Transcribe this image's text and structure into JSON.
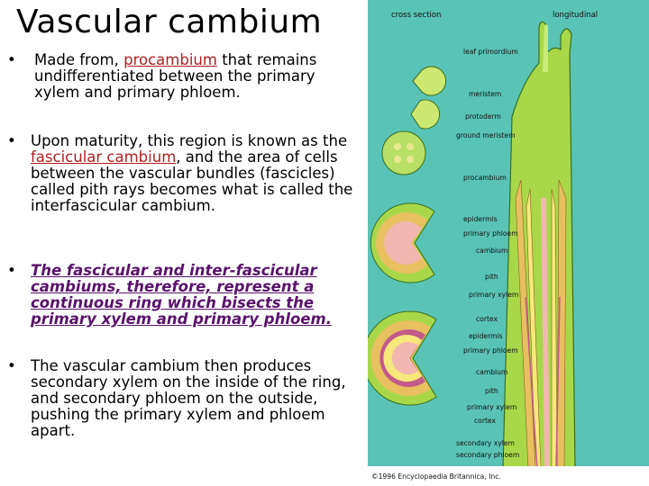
{
  "slide": {
    "title": "Vascular cambium",
    "bullets": [
      {
        "before": "Made from, ",
        "link": "procambium",
        "after": " that remains undifferentiated between the primary xylem and primary phloem."
      },
      {
        "before": "Upon maturity, this region is known as the ",
        "link": "fascicular cambium",
        "after": ", and the area of cells between the vascular bundles (fascicles) called pith rays becomes what is called the interfascicular cambium."
      },
      {
        "text": "The fascicular and inter-fascicular cambiums, therefore, represent a continuous ring which bisects the primary xylem and primary phloem."
      },
      {
        "text": "The vascular cambium then produces secondary xylem on the inside of the ring, and secondary phloem on the outside, pushing the primary xylem and phloem apart."
      }
    ],
    "bullet_symbol": "•"
  },
  "figure": {
    "headers": {
      "cross": "cross section",
      "long": "longitudinal"
    },
    "labels": [
      "leaf primordium",
      "meristem",
      "protoderm",
      "ground meristem",
      "procambium",
      "epidermis",
      "primary phloem",
      "cambium",
      "pith",
      "primary xylem",
      "cortex",
      "epidermis",
      "primary phloem",
      "cambium",
      "pith",
      "primary xylem",
      "cortex",
      "secondary xylem",
      "secondary phloem"
    ],
    "copyright": "©1996 Encyclopaedia Britannica, Inc.",
    "colors": {
      "background": "#59c3b6",
      "stem": "#a8d84a",
      "phloem": "#e8c060",
      "xylem": "#f6e87a",
      "cambium_line": "#c25a8a",
      "link": "#b21f1f",
      "emphasis": "#5a136b"
    }
  }
}
